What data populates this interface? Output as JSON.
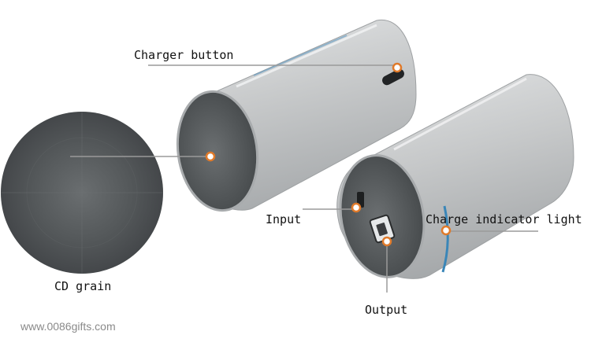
{
  "labels": {
    "charger_button": "Charger button",
    "cd_grain": "CD grain",
    "input": "Input",
    "charge_indicator_light": "Charge indicator light",
    "output": "Output"
  },
  "watermark": "www.0086gifts.com",
  "colors": {
    "body_silver": "#c8cacb",
    "face_dark": "#55595b",
    "disc_dark": "#4f5355",
    "callout_line": "#9a9a9a",
    "marker_ring": "#e07a2a",
    "indicator_blue": "#3a86b8"
  }
}
